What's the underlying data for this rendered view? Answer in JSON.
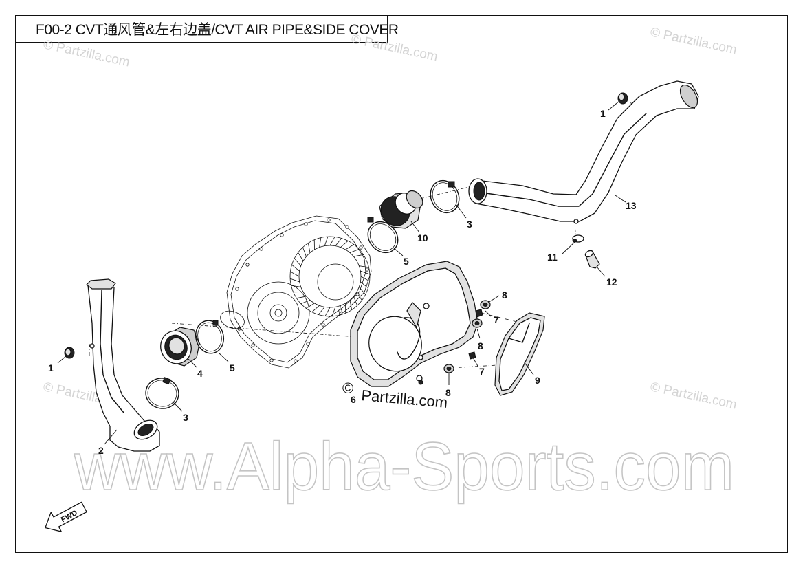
{
  "title": "F00-2 CVT通风管&左右边盖/CVT AIR PIPE&SIDE COVER",
  "watermark_main": "www.Alpha-Sports.com",
  "watermark_partzilla": "© Partzilla.com",
  "watermark_partzilla_center_symbol": "©",
  "watermark_partzilla_center_text": "Partzilla.com",
  "arrow_label": "FWD",
  "callouts": [
    {
      "id": "c1a",
      "text": "1"
    },
    {
      "id": "c1b",
      "text": "1"
    },
    {
      "id": "c2",
      "text": "2"
    },
    {
      "id": "c3a",
      "text": "3"
    },
    {
      "id": "c3b",
      "text": "3"
    },
    {
      "id": "c4",
      "text": "4"
    },
    {
      "id": "c5a",
      "text": "5"
    },
    {
      "id": "c5b",
      "text": "5"
    },
    {
      "id": "c6",
      "text": "6"
    },
    {
      "id": "c7a",
      "text": "7"
    },
    {
      "id": "c7b",
      "text": "7"
    },
    {
      "id": "c8a",
      "text": "8"
    },
    {
      "id": "c8b",
      "text": "8"
    },
    {
      "id": "c8c",
      "text": "8"
    },
    {
      "id": "c9",
      "text": "9"
    },
    {
      "id": "c10",
      "text": "10"
    },
    {
      "id": "c11",
      "text": "11"
    },
    {
      "id": "c12",
      "text": "12"
    },
    {
      "id": "c13",
      "text": "13"
    }
  ]
}
